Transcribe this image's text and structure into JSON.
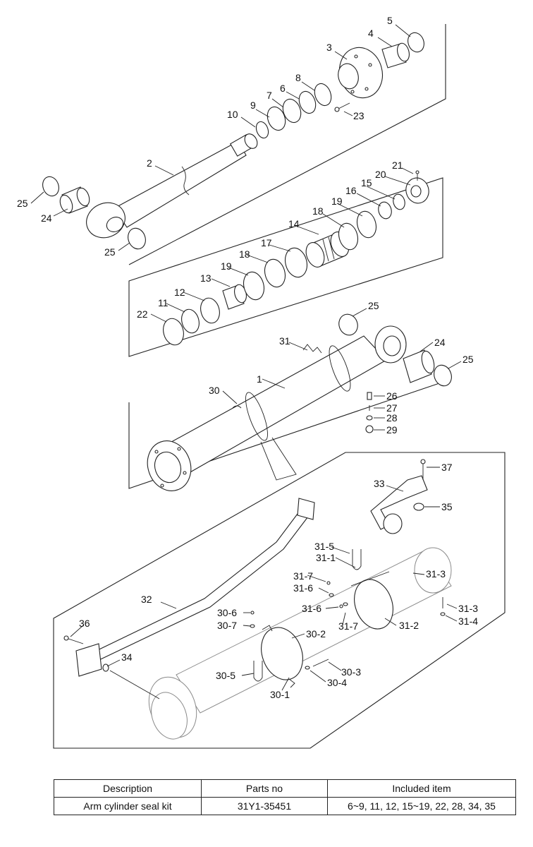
{
  "callouts": {
    "c1": "1",
    "c2": "2",
    "c3": "3",
    "c4": "4",
    "c5": "5",
    "c6": "6",
    "c7": "7",
    "c8": "8",
    "c9": "9",
    "c10": "10",
    "c11": "11",
    "c12": "12",
    "c13": "13",
    "c14": "14",
    "c15": "15",
    "c16": "16",
    "c17": "17",
    "c18a": "18",
    "c18b": "18",
    "c19a": "19",
    "c19b": "19",
    "c20": "20",
    "c21": "21",
    "c22": "22",
    "c23": "23",
    "c24a": "24",
    "c24b": "24",
    "c25a": "25",
    "c25b": "25",
    "c25c": "25",
    "c25d": "25",
    "c26": "26",
    "c27": "27",
    "c28": "28",
    "c29": "29",
    "c30": "30",
    "c30_1": "30-1",
    "c30_2": "30-2",
    "c30_3": "30-3",
    "c30_4": "30-4",
    "c30_5": "30-5",
    "c30_6": "30-6",
    "c30_7": "30-7",
    "c31": "31",
    "c31_1": "31-1",
    "c31_2": "31-2",
    "c31_3a": "31-3",
    "c31_3b": "31-3",
    "c31_4": "31-4",
    "c31_5": "31-5",
    "c31_6a": "31-6",
    "c31_6b": "31-6",
    "c31_7a": "31-7",
    "c31_7b": "31-7",
    "c32": "32",
    "c33": "33",
    "c34": "34",
    "c35": "35",
    "c36": "36",
    "c37": "37"
  },
  "table": {
    "headers": [
      "Description",
      "Parts no",
      "Included item"
    ],
    "rows": [
      [
        "Arm cylinder seal kit",
        "31Y1-35451",
        "6~9, 11, 12, 15~19, 22, 28, 34, 35"
      ]
    ]
  }
}
